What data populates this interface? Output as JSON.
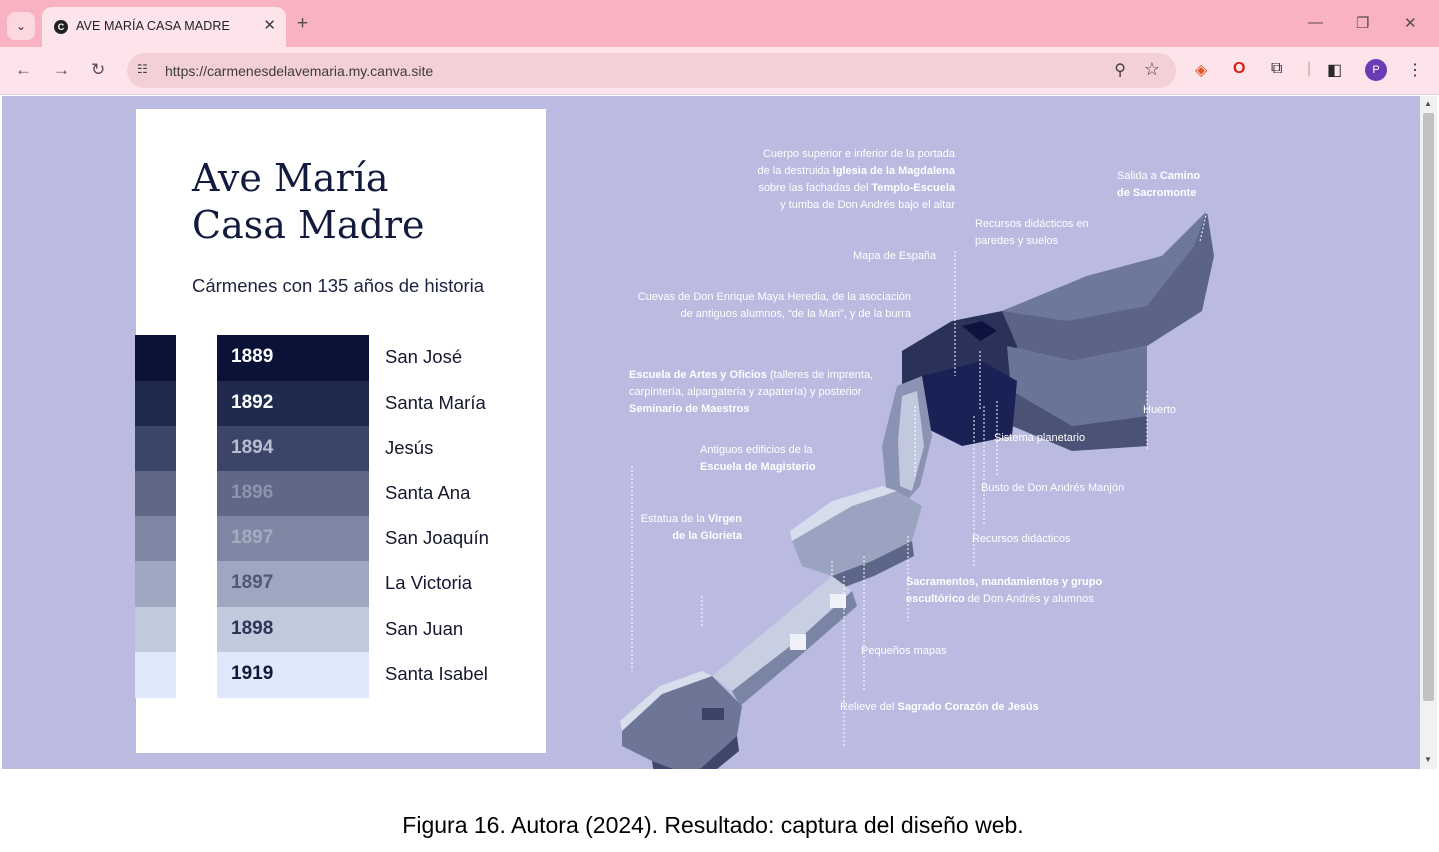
{
  "browser": {
    "tab_title": "AVE MARÍA CASA MADRE",
    "tab_favicon": "C",
    "url": "https://carmenesdelavemaria.my.canva.site",
    "profile_initial": "P"
  },
  "colors": {
    "chrome_pink": "#f8b2c1",
    "page_bg": "#bbbae0",
    "navy": "#0a1238"
  },
  "page": {
    "title_line1": "Ave María",
    "title_line2": "Casa Madre",
    "subtitle": "Cármenes con 135 años de historia",
    "rows": [
      {
        "year": "1889",
        "name": "San José",
        "color": "#0a1238",
        "text_color": "#ffffff"
      },
      {
        "year": "1892",
        "name": "Santa María",
        "color": "#1f2a4d",
        "text_color": "#ffffff"
      },
      {
        "year": "1894",
        "name": "Jesús",
        "color": "#3b4568",
        "text_color": "#b9bdd0"
      },
      {
        "year": "1896",
        "name": "Santa Ana",
        "color": "#5f6886",
        "text_color": "#8d94ad"
      },
      {
        "year": "1897",
        "name": "San Joaquín",
        "color": "#7e87a3",
        "text_color": "#a6acbf"
      },
      {
        "year": "1897",
        "name": "La Victoria",
        "color": "#9ea7c0",
        "text_color": "#505873"
      },
      {
        "year": "1898",
        "name": "San Juan",
        "color": "#bfcadd",
        "text_color": "#2d3555"
      },
      {
        "year": "1919",
        "name": "Santa Isabel",
        "color": "#dfe9fb",
        "text_color": "#14193a"
      }
    ],
    "map_labels": {
      "portada": [
        "Cuerpo superior e inferior de la portada",
        "de la destruida ",
        "Iglesia de la Magdalena",
        "sobre las fachadas del ",
        "Templo-Escuela",
        "y tumba de Don Andrés bajo el altar"
      ],
      "salida": [
        "Salida a ",
        "Camino",
        "de Sacromonte"
      ],
      "recursos_paredes": [
        "Recursos didácticos en",
        "paredes y suelos"
      ],
      "mapa_espana": "Mapa  de España",
      "cuevas": [
        "Cuevas de Don Enrique Maya Heredia, de la asociación",
        "de antiguos alumnos, “de la Mari”, y de la burra"
      ],
      "escuela_artes": [
        "Escuela de Artes y Oficios",
        " (talleres de imprenta,",
        "carpintería, alpargatería y zapatería) y posterior",
        "Seminario de Maestros"
      ],
      "huerto": "Huerto",
      "sistema": "Sistema planetario",
      "magisterio": [
        "Antiguos edificios de la",
        "Escuela de Magisterio"
      ],
      "busto": "Busto de Don Andrés Manjón",
      "virgen": [
        "Estatua de la ",
        "Virgen",
        "de la Glorieta"
      ],
      "recursos": "Recursos didácticos",
      "sacramentos": [
        "Sacramentos, mandamientos y grupo",
        "escultórico",
        " de Don Andrés y alumnos"
      ],
      "mapas": "Pequeños mapas",
      "relieve": [
        "Relieve del ",
        "Sagrado Corazón de Jesús"
      ]
    }
  },
  "caption": "Figura 16. Autora (2024). Resultado: captura del diseño web."
}
